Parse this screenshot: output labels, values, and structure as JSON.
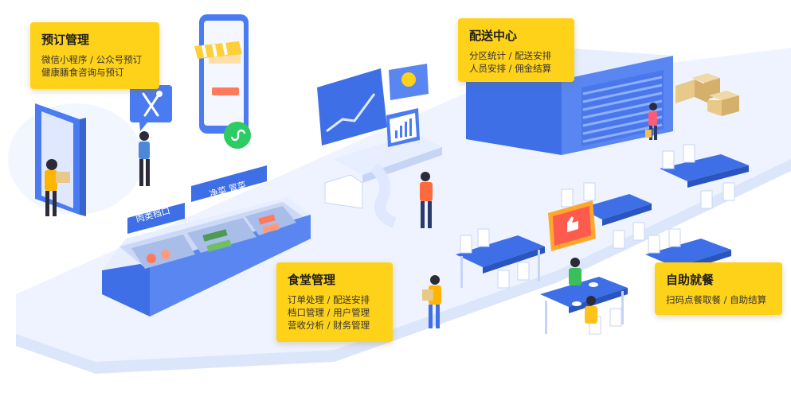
{
  "cards": {
    "booking": {
      "title": "预订管理",
      "lines": [
        "微信小程序 / 公众号预订",
        "健康膳食咨询与预订"
      ]
    },
    "delivery": {
      "title": "配送中心",
      "lines": [
        "分区统计 / 配送安排",
        "人员安排 / 佣金结算"
      ]
    },
    "canteen": {
      "title": "食堂管理",
      "lines": [
        "订单处理 / 配送安排",
        "档口管理 / 用户管理",
        "营收分析 / 财务管理"
      ]
    },
    "selfservice": {
      "title": "自助就餐",
      "lines": [
        "扫码点餐取餐 / 自助结算"
      ]
    }
  },
  "signs": {
    "meat": "肉类档口",
    "veg": "净菜 冒菜"
  },
  "icons": [
    "fork-knife-icon",
    "mini-program-icon",
    "chart-icon",
    "thumbs-up-icon",
    "shop-awning-icon"
  ],
  "colors": {
    "accent_blue": "#3f6fe6",
    "card_yellow": "#ffd21a",
    "floor": "#eef3ff",
    "floor_edge": "#dce6fb",
    "person_shirt": "#ffb400",
    "orange_shirt": "#ff6a3d"
  }
}
